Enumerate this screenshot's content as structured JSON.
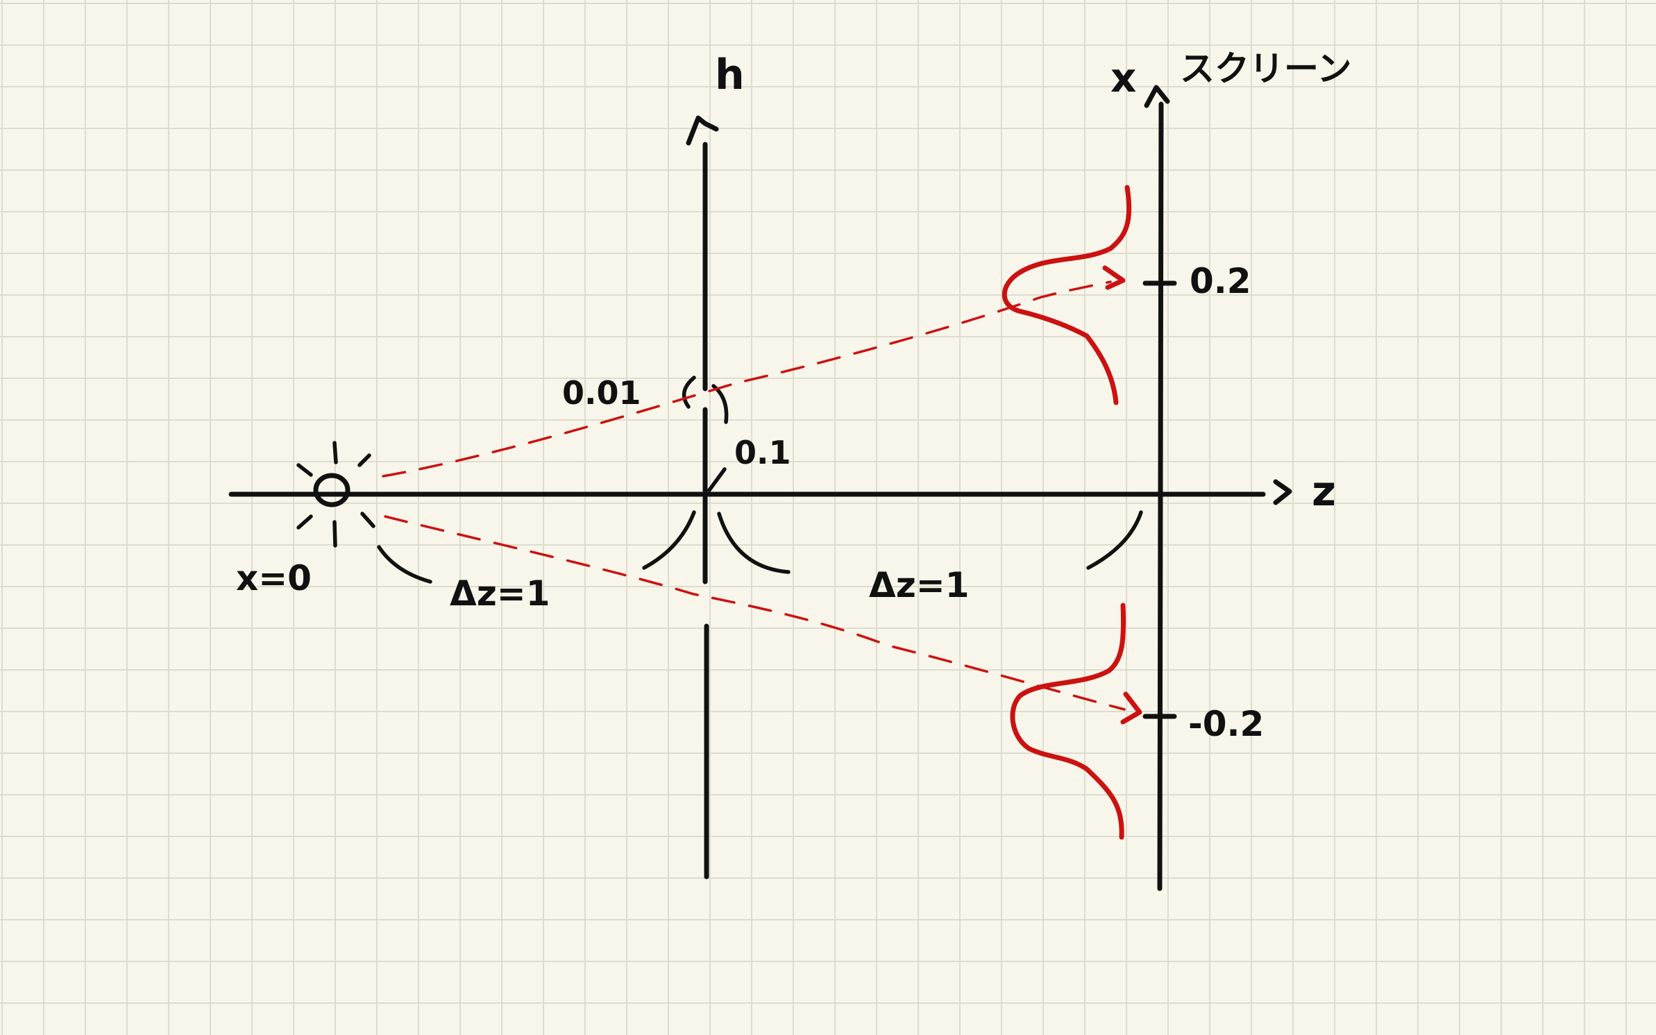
{
  "labels": {
    "source_position": "x=0",
    "slit_axis": "h",
    "screen_axis": "x",
    "screen_label": "スクリーン",
    "optical_axis": "z",
    "slit_width": "0.01",
    "slit_height": "0.1",
    "distance_1": "Δz=1",
    "distance_2": "Δz=1",
    "screen_tick_pos": "0.2",
    "screen_tick_neg": "-0.2"
  },
  "colors": {
    "ink": "#111111",
    "pattern": "#cc1111",
    "paper": "#f8f6ea",
    "grid": "#dcdccf"
  }
}
